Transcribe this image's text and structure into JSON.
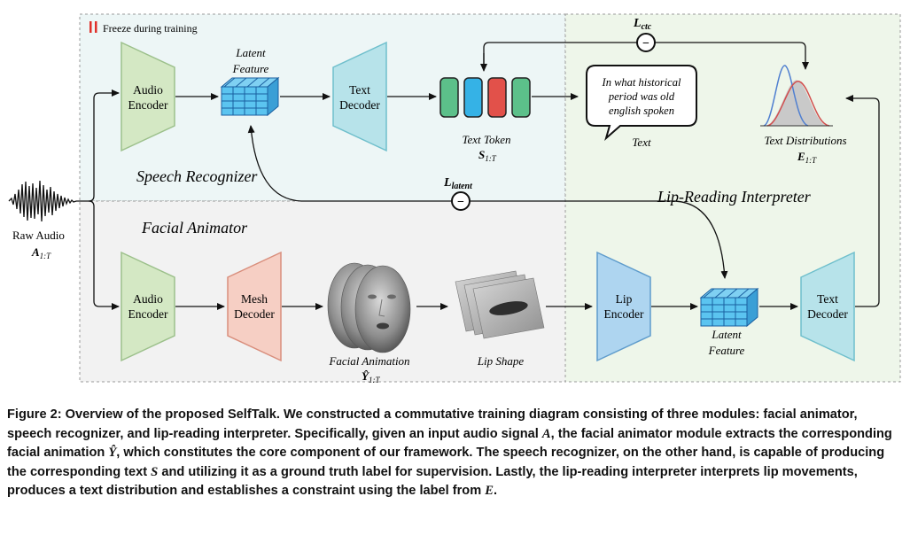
{
  "legend": {
    "freeze_label": "Freeze during training",
    "freeze_color": "#e0302a"
  },
  "modules": {
    "speech_recognizer": "Speech Recognizer",
    "facial_animator": "Facial Animator",
    "lip_reading_interpreter": "Lip-Reading Interpreter"
  },
  "raw_audio": {
    "label": "Raw Audio",
    "symbol": "A",
    "subscript": "1:T"
  },
  "blocks": {
    "audio_encoder_top": [
      "Audio",
      "Encoder"
    ],
    "audio_encoder_bottom": [
      "Audio",
      "Encoder"
    ],
    "text_decoder_top": [
      "Text",
      "Decoder"
    ],
    "mesh_decoder": [
      "Mesh",
      "Decoder"
    ],
    "lip_encoder": [
      "Lip",
      "Encoder"
    ],
    "text_decoder_right": [
      "Text",
      "Decoder"
    ]
  },
  "latent_feature_top": [
    "Latent",
    "Feature"
  ],
  "latent_feature_bottom": [
    "Latent",
    "Feature"
  ],
  "text_token": {
    "label": "Text Token",
    "symbol": "S",
    "subscript": "1:T"
  },
  "speech_bubble": [
    "In what historical",
    "period was old",
    "english spoken"
  ],
  "text_label": "Text",
  "text_distributions": {
    "label": "Text Distributions",
    "symbol": "E",
    "subscript": "1:T"
  },
  "losses": {
    "ctc": {
      "symbol": "L",
      "subscript": "ctc"
    },
    "latent": {
      "symbol": "L",
      "subscript": "latent"
    },
    "op": "−"
  },
  "facial_animation": {
    "label": "Facial Animation",
    "symbol": "Ŷ",
    "subscript": "1:T"
  },
  "lip_shape": "Lip Shape",
  "colors": {
    "encoder_green": "#d4e8c4",
    "decoder_cyan": "#b7e3ea",
    "mesh_salmon": "#f6cfc4",
    "lip_blue": "#aed5f0",
    "top_region": "#edf6f6",
    "bottom_region": "#f2f2f2",
    "right_region": "#eef6ea",
    "token_green": "#5cc08a",
    "token_blue": "#35b2e6",
    "token_red": "#e2514a"
  },
  "caption": {
    "prefix": "Figure 2: Overview of the proposed SelfTalk. We constructed a commutative training diagram consisting of three modules: facial animator, speech recognizer, and lip-reading interpreter. Specifically, given an input audio signal ",
    "sym_a": "A",
    "mid1": ", the facial animator module extracts the corresponding facial animation ",
    "sym_y": "Ŷ",
    "mid2": ", which constitutes the core component of our framework. The speech recognizer, on the other hand, is capable of producing the corresponding text ",
    "sym_s": "S",
    "mid3": " and utilizing it as a ground truth label for supervision. Lastly, the lip-reading interpreter interprets lip movements, produces a text distribution and establishes a constraint using the label from ",
    "sym_e": "E",
    "end": "."
  }
}
